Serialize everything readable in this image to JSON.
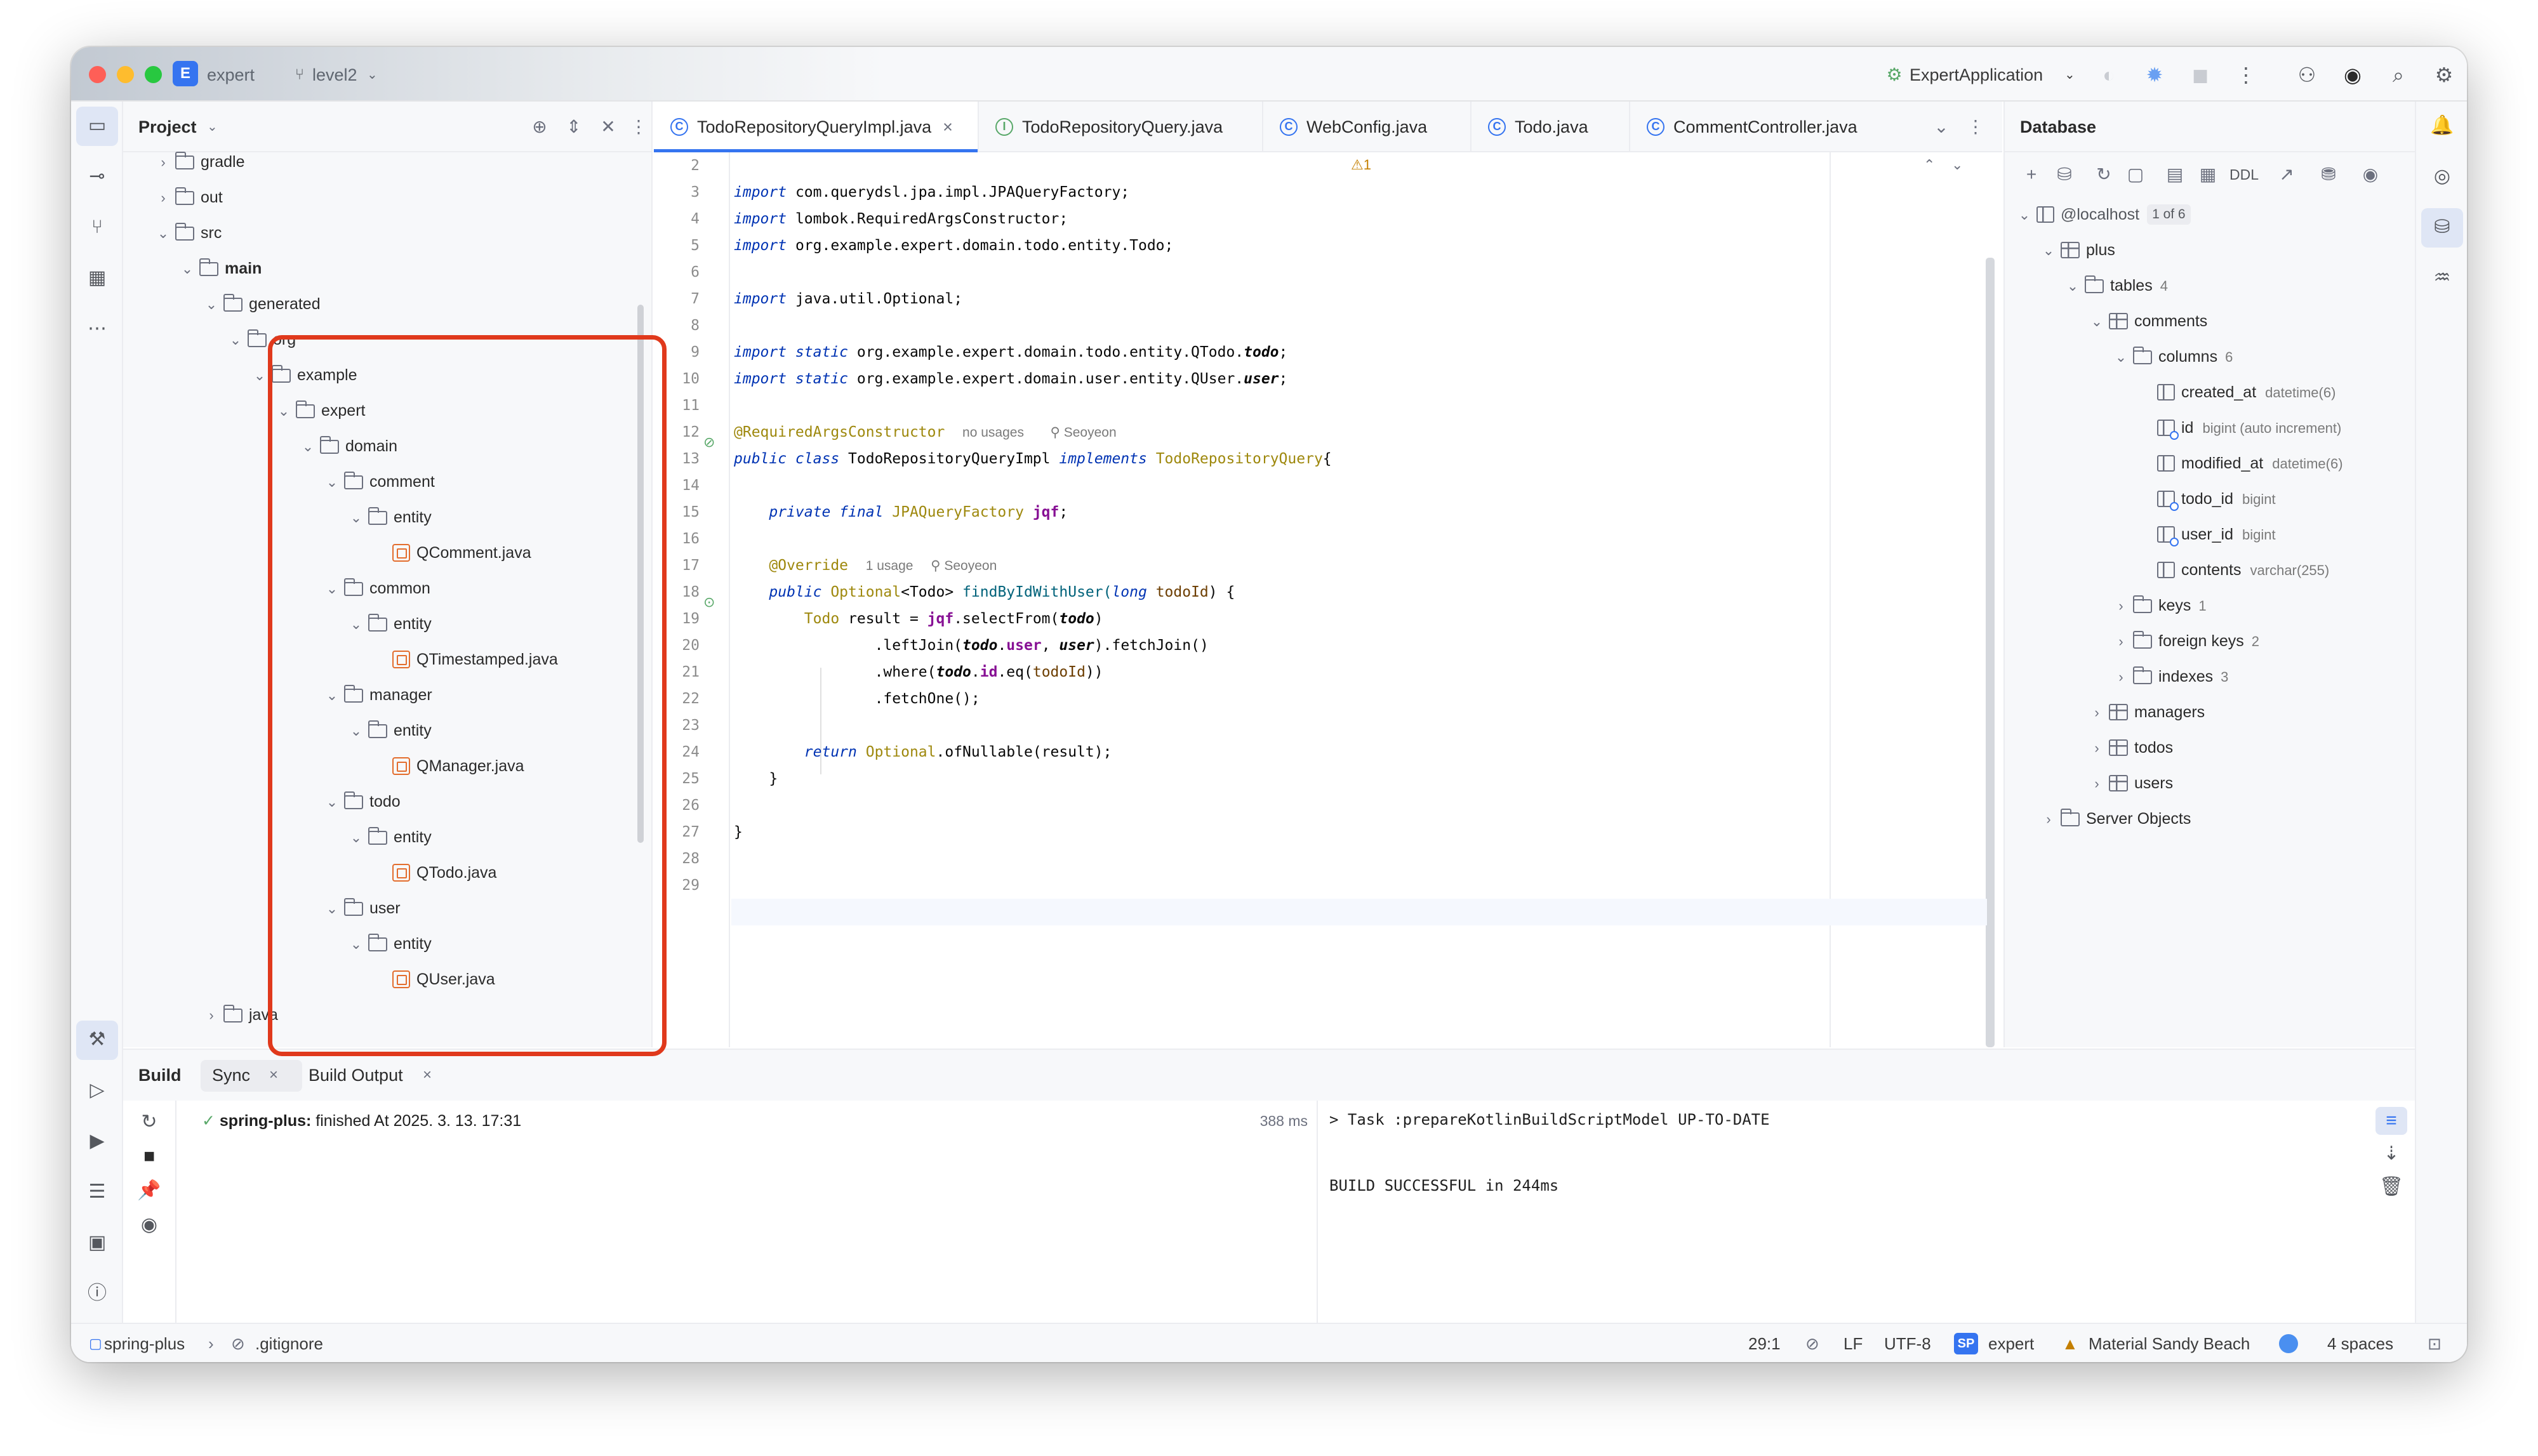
{
  "window": {
    "project_chip": "E",
    "project_name": "expert",
    "branch": "level2",
    "run_config": "ExpertApplication"
  },
  "project_panel": {
    "title": "Project",
    "tree": [
      {
        "label": "gradle",
        "depth": 0,
        "expanded": false,
        "type": "folder"
      },
      {
        "label": "out",
        "depth": 0,
        "expanded": false,
        "type": "folder"
      },
      {
        "label": "src",
        "depth": 0,
        "expanded": true,
        "type": "folder"
      },
      {
        "label": "main",
        "depth": 1,
        "expanded": true,
        "type": "folder",
        "bold": true
      },
      {
        "label": "generated",
        "depth": 2,
        "expanded": true,
        "type": "folder"
      },
      {
        "label": "org",
        "depth": 3,
        "expanded": true,
        "type": "folder"
      },
      {
        "label": "example",
        "depth": 4,
        "expanded": true,
        "type": "folder"
      },
      {
        "label": "expert",
        "depth": 5,
        "expanded": true,
        "type": "folder"
      },
      {
        "label": "domain",
        "depth": 6,
        "expanded": true,
        "type": "folder"
      },
      {
        "label": "comment",
        "depth": 7,
        "expanded": true,
        "type": "folder"
      },
      {
        "label": "entity",
        "depth": 8,
        "expanded": true,
        "type": "folder"
      },
      {
        "label": "QComment.java",
        "depth": 9,
        "type": "java"
      },
      {
        "label": "common",
        "depth": 7,
        "expanded": true,
        "type": "folder"
      },
      {
        "label": "entity",
        "depth": 8,
        "expanded": true,
        "type": "folder"
      },
      {
        "label": "QTimestamped.java",
        "depth": 9,
        "type": "java"
      },
      {
        "label": "manager",
        "depth": 7,
        "expanded": true,
        "type": "folder"
      },
      {
        "label": "entity",
        "depth": 8,
        "expanded": true,
        "type": "folder"
      },
      {
        "label": "QManager.java",
        "depth": 9,
        "type": "java"
      },
      {
        "label": "todo",
        "depth": 7,
        "expanded": true,
        "type": "folder"
      },
      {
        "label": "entity",
        "depth": 8,
        "expanded": true,
        "type": "folder"
      },
      {
        "label": "QTodo.java",
        "depth": 9,
        "type": "java"
      },
      {
        "label": "user",
        "depth": 7,
        "expanded": true,
        "type": "folder"
      },
      {
        "label": "entity",
        "depth": 8,
        "expanded": true,
        "type": "folder"
      },
      {
        "label": "QUser.java",
        "depth": 9,
        "type": "java"
      },
      {
        "label": "java",
        "depth": 2,
        "expanded": false,
        "type": "folder"
      }
    ]
  },
  "editor": {
    "tabs": [
      {
        "label": "TodoRepositoryQueryImpl.java",
        "active": true,
        "closable": true,
        "icon": "class-icon"
      },
      {
        "label": "TodoRepositoryQuery.java",
        "active": false,
        "icon": "interface-icon"
      },
      {
        "label": "WebConfig.java",
        "active": false,
        "icon": "class-icon"
      },
      {
        "label": "Todo.java",
        "active": false,
        "icon": "class-icon"
      },
      {
        "label": "CommentController.java",
        "active": false,
        "icon": "class-icon"
      }
    ],
    "warnings": "1",
    "line_numbers": [
      "2",
      "3",
      "4",
      "5",
      "6",
      "7",
      "8",
      "9",
      "10",
      "11",
      "12",
      "13",
      "14",
      "15",
      "16",
      "17",
      "18",
      "19",
      "20",
      "21",
      "22",
      "23",
      "24",
      "25",
      "26",
      "27",
      "28",
      "29"
    ],
    "code": {
      "l3_kw": "import",
      "l3_rest": " com.querydsl.jpa.impl.JPAQueryFactory;",
      "l4_kw": "import",
      "l4_rest": " lombok.RequiredArgsConstructor;",
      "l5_kw": "import",
      "l5_rest": " org.example.expert.domain.todo.entity.Todo;",
      "l7_kw": "import",
      "l7_rest": " java.util.Optional;",
      "l9_kw": "import static",
      "l9_rest": " org.example.expert.domain.todo.entity.QTodo.",
      "l9_field": "todo",
      "l9_end": ";",
      "l10_kw": "import static",
      "l10_rest": " org.example.expert.domain.user.entity.QUser.",
      "l10_field": "user",
      "l10_end": ";",
      "l12_ann": "@RequiredArgsConstructor",
      "l12_hint1": "no usages",
      "l12_hint2": "Seoyeon",
      "l13_kw1": "public class",
      "l13_name": " TodoRepositoryQueryImpl ",
      "l13_kw2": "implements",
      "l13_type": " TodoRepositoryQuery",
      "l13_end": "{",
      "l15_kw": "private final",
      "l15_type": " JPAQueryFactory ",
      "l15_field": "jqf",
      "l15_end": ";",
      "l17_ann": "@Override",
      "l17_hint1": "1 usage",
      "l17_hint2": "Seoyeon",
      "l18_kw": "public",
      "l18_type": " Optional",
      "l18_gen": "<Todo>",
      "l18_name": " findByIdWithUser(",
      "l18_kw2": "long",
      "l18_param": " todoId",
      "l18_end": ") {",
      "l19_type": "Todo",
      "l19_var": " result = ",
      "l19_field": "jqf",
      "l19_call": ".selectFrom(",
      "l19_arg": "todo",
      "l19_end": ")",
      "l20_call": ".leftJoin(",
      "l20_a": "todo",
      "l20_dot": ".",
      "l20_b": "user",
      "l20_sep": ", ",
      "l20_c": "user",
      "l20_end": ").fetchJoin()",
      "l21_call": ".where(",
      "l21_a": "todo",
      "l21_dot": ".",
      "l21_b": "id",
      "l21_eq": ".eq(",
      "l21_param": "todoId",
      "l21_end": "))",
      "l22_call": ".fetchOne();",
      "l24_kw": "return",
      "l24_type": " Optional",
      "l24_call": ".ofNullable(",
      "l24_var": "result",
      "l24_end": ");",
      "l25": "}",
      "l27": "}"
    }
  },
  "database": {
    "title": "Database",
    "toolbar_ddl": "DDL",
    "tree": [
      {
        "label": "@localhost",
        "badge": "1 of 6",
        "depth": 0,
        "expanded": true,
        "type": "datasource"
      },
      {
        "label": "plus",
        "depth": 1,
        "expanded": true,
        "type": "schema"
      },
      {
        "label": "tables",
        "count": "4",
        "depth": 2,
        "expanded": true,
        "type": "folder"
      },
      {
        "label": "comments",
        "depth": 3,
        "expanded": true,
        "type": "table"
      },
      {
        "label": "columns",
        "count": "6",
        "depth": 4,
        "expanded": true,
        "type": "folder"
      },
      {
        "label": "created_at",
        "dtype": "datetime(6)",
        "depth": 5,
        "type": "column"
      },
      {
        "label": "id",
        "dtype": "bigint (auto increment)",
        "depth": 5,
        "type": "keycolumn"
      },
      {
        "label": "modified_at",
        "dtype": "datetime(6)",
        "depth": 5,
        "type": "column"
      },
      {
        "label": "todo_id",
        "dtype": "bigint",
        "depth": 5,
        "type": "keycolumn"
      },
      {
        "label": "user_id",
        "dtype": "bigint",
        "depth": 5,
        "type": "keycolumn"
      },
      {
        "label": "contents",
        "dtype": "varchar(255)",
        "depth": 5,
        "type": "column"
      },
      {
        "label": "keys",
        "count": "1",
        "depth": 4,
        "expanded": false,
        "type": "folder"
      },
      {
        "label": "foreign keys",
        "count": "2",
        "depth": 4,
        "expanded": false,
        "type": "folder"
      },
      {
        "label": "indexes",
        "count": "3",
        "depth": 4,
        "expanded": false,
        "type": "folder"
      },
      {
        "label": "managers",
        "depth": 3,
        "expanded": false,
        "type": "table"
      },
      {
        "label": "todos",
        "depth": 3,
        "expanded": false,
        "type": "table"
      },
      {
        "label": "users",
        "depth": 3,
        "expanded": false,
        "type": "table"
      },
      {
        "label": "Server Objects",
        "depth": 1,
        "expanded": false,
        "type": "serverobj"
      }
    ]
  },
  "build": {
    "tab_build": "Build",
    "tab_sync": "Sync",
    "tab_output": "Build Output",
    "sync_project": "spring-plus:",
    "sync_status": " finished At 2025. 3. 13. 17:31",
    "sync_time": "388 ms",
    "console_line1": "> Task :prepareKotlinBuildScriptModel UP-TO-DATE",
    "console_line2": "BUILD SUCCESSFUL in 244ms"
  },
  "statusbar": {
    "project": "spring-plus",
    "file": ".gitignore",
    "position": "29:1",
    "line_sep": "LF",
    "encoding": "UTF-8",
    "sp_badge": "SP",
    "sp_label": "expert",
    "theme": "Material Sandy Beach",
    "indent": "4 spaces"
  },
  "colors": {
    "accent": "#3574f0",
    "highlight_box": "#e0391c",
    "java_file": "#e36d2d"
  }
}
